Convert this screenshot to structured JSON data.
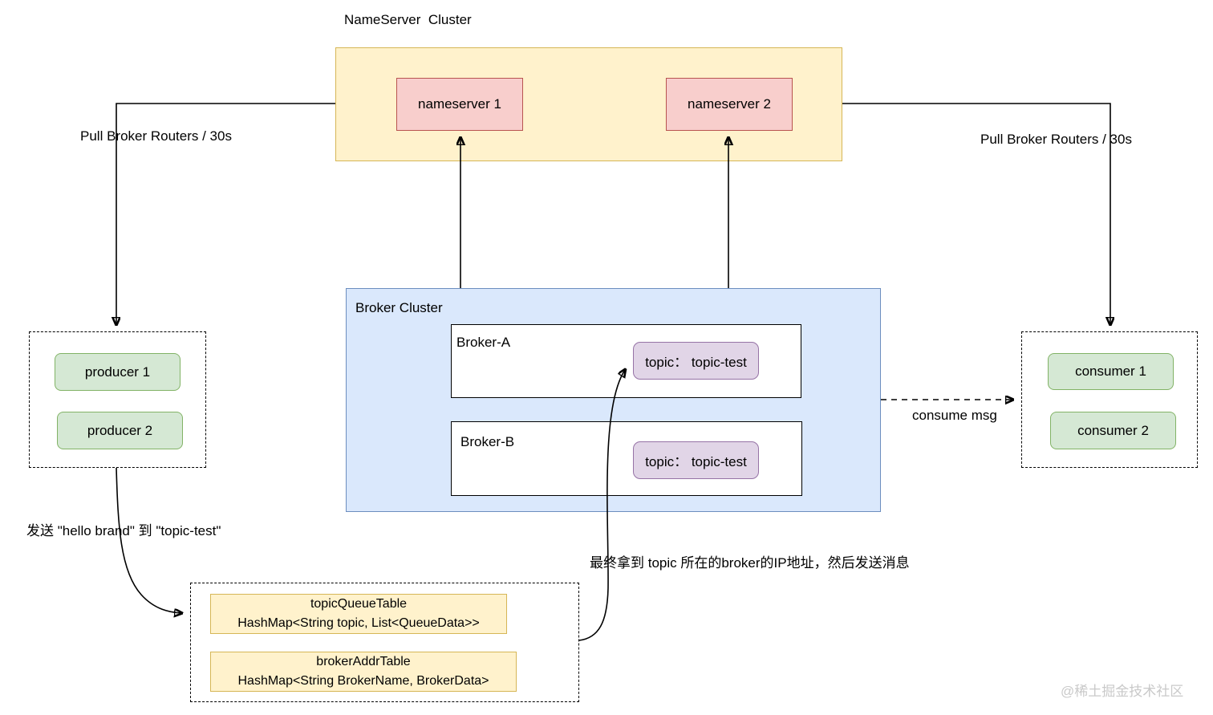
{
  "title": "NameServer  Cluster",
  "nameservers": [
    {
      "label": "nameserver 1"
    },
    {
      "label": "nameserver 2"
    }
  ],
  "broker_cluster": {
    "label": "Broker Cluster",
    "brokers": [
      {
        "name": "Broker-A",
        "topic": "topic： topic-test"
      },
      {
        "name": "Broker-B",
        "topic": "topic： topic-test"
      }
    ]
  },
  "producers": {
    "items": [
      {
        "label": "producer 1"
      },
      {
        "label": "producer 2"
      }
    ]
  },
  "consumers": {
    "items": [
      {
        "label": "consumer 1"
      },
      {
        "label": "consumer 2"
      }
    ]
  },
  "routing_tables": [
    {
      "title": "topicQueueTable",
      "detail": "HashMap<String topic, List<QueueData>>"
    },
    {
      "title": "brokerAddrTable",
      "detail": "HashMap<String BrokerName, BrokerData>"
    }
  ],
  "edges": {
    "pull_left": "Pull Broker Routers / 30s",
    "pull_right": "Pull Broker Routers / 30s",
    "consume": "consume msg",
    "send_note": "发送 \"hello brand\" 到 \"topic-test\"",
    "resolve_note": "最终拿到 topic 所在的broker的IP地址，然后发送消息"
  },
  "watermark": "@稀土掘金技术社区",
  "colors": {
    "yellow_fill": "#FFF2CC",
    "yellow_stroke": "#D6B656",
    "red_fill": "#F8CECC",
    "red_stroke": "#B85450",
    "green_fill": "#D5E8D4",
    "green_stroke": "#82B366",
    "blue_fill": "#DAE8FC",
    "blue_stroke": "#6C8EBF",
    "purple_fill": "#E1D5E7",
    "purple_stroke": "#9673A6",
    "line": "#000000"
  }
}
